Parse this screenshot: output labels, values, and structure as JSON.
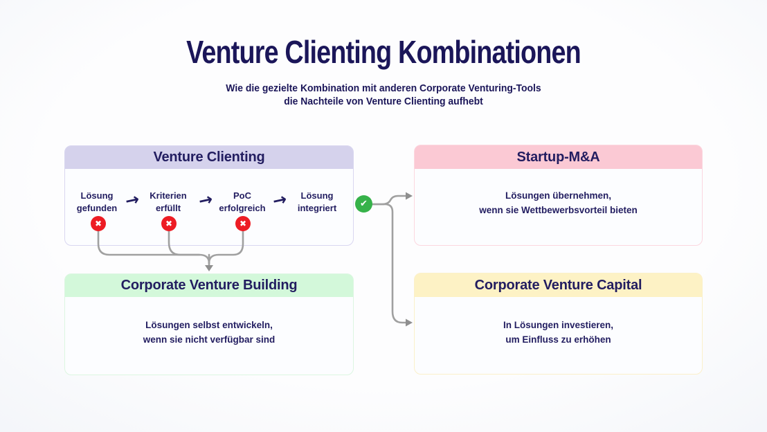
{
  "page": {
    "title": "Venture Clienting Kombinationen",
    "subtitle": "Wie die gezielte Kombination mit anderen Corporate Venturing-Tools\ndie Nachteile von Venture Clienting aufhebt"
  },
  "venture_clienting": {
    "header": "Venture Clienting",
    "steps": [
      {
        "label": "Lösung\ngefunden",
        "status": "rejected"
      },
      {
        "label": "Kriterien\nerfüllt",
        "status": "rejected"
      },
      {
        "label": "PoC\nerfolgreich",
        "status": "rejected"
      },
      {
        "label": "Lösung\nintegriert",
        "status": "accepted"
      }
    ]
  },
  "startup_ma": {
    "header": "Startup-M&A",
    "body": "Lösungen übernehmen,\nwenn sie Wettbewerbsvorteil bieten"
  },
  "corporate_venture_building": {
    "header": "Corporate Venture Building",
    "body": "Lösungen selbst entwickeln,\nwenn sie nicht verfügbar sind"
  },
  "corporate_venture_capital": {
    "header": "Corporate Venture Capital",
    "body": "In Lösungen investieren,\num Einfluss zu erhöhen"
  },
  "icons": {
    "step_arrow": "→",
    "fail": "✖",
    "success": "✔"
  },
  "colors": {
    "title_text": "#1b1659",
    "navy": "#221d60",
    "lavender_header": "#d5d2ec",
    "lavender_border": "#d9d6f0",
    "pink_header": "#fbc9d4",
    "pink_border": "#fcd7df",
    "green_header": "#d3f8da",
    "green_border": "#dcf6e1",
    "yellow_header": "#fdf2c5",
    "yellow_border": "#fbf0ca",
    "fail_red": "#ed1c24",
    "success_green": "#36b24a",
    "connector_gray": "#a0a0a0"
  }
}
